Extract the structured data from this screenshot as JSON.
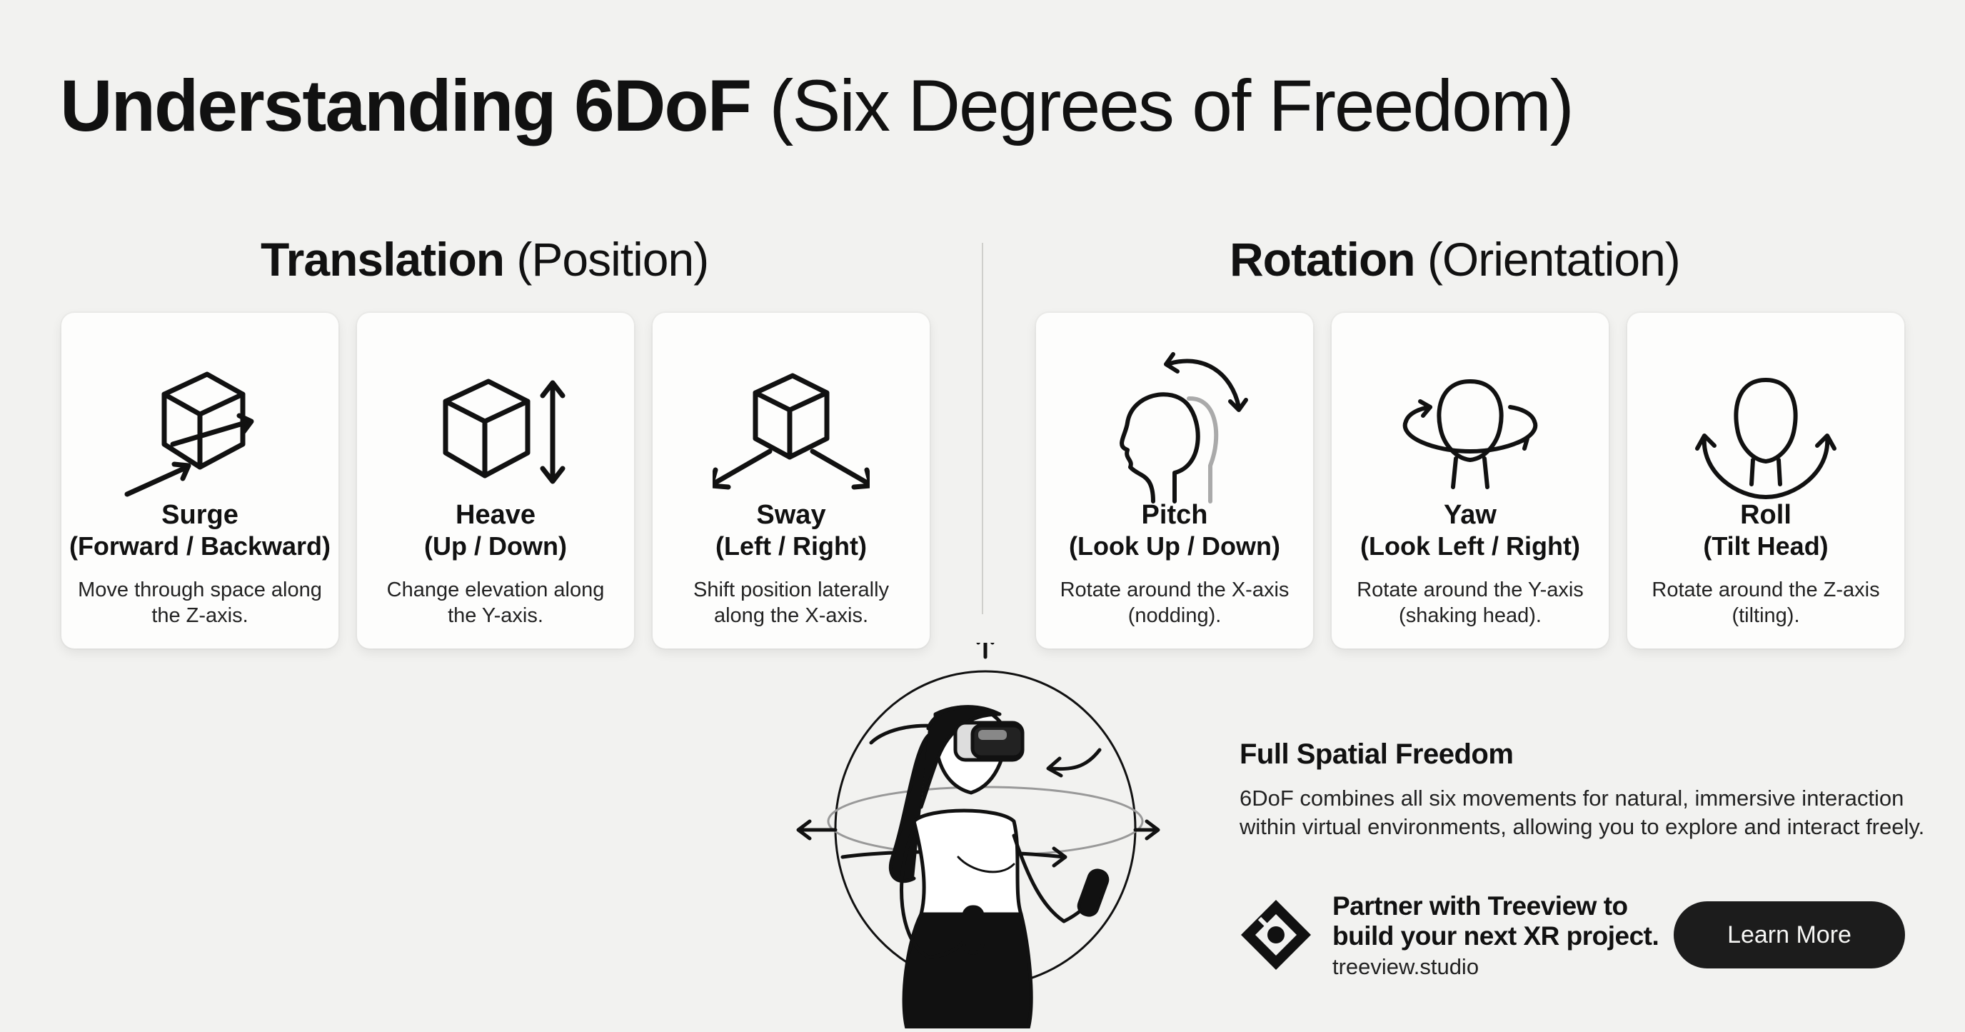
{
  "title": {
    "bold": "Understanding 6DoF",
    "light": "(Six Degrees of Freedom)"
  },
  "translation": {
    "heading_bold": "Translation",
    "heading_light": "(Position)",
    "cards": [
      {
        "icon": "cube-forward-arrow-icon",
        "name": "Surge",
        "sub": "(Forward / Backward)",
        "desc": "Move through space along the Z-axis."
      },
      {
        "icon": "cube-vertical-arrow-icon",
        "name": "Heave",
        "sub": "(Up / Down)",
        "desc": "Change elevation along the Y-axis."
      },
      {
        "icon": "cube-lateral-arrows-icon",
        "name": "Sway",
        "sub": "(Left / Right)",
        "desc": "Shift position laterally along the X-axis."
      }
    ]
  },
  "rotation": {
    "heading_bold": "Rotation",
    "heading_light": "(Orientation)",
    "cards": [
      {
        "icon": "head-nod-icon",
        "name": "Pitch",
        "sub": "(Look Up / Down)",
        "desc": "Rotate around the X-axis (nodding)."
      },
      {
        "icon": "head-turn-icon",
        "name": "Yaw",
        "sub": "(Look Left / Right)",
        "desc": "Rotate around the Y-axis (shaking head)."
      },
      {
        "icon": "head-tilt-icon",
        "name": "Roll",
        "sub": "(Tilt Head)",
        "desc": "Rotate around the Z-axis (tilting)."
      }
    ]
  },
  "feature": {
    "title": "Full Spatial Freedom",
    "body": "6DoF combines all six movements for natural, immersive interaction within virtual environments, allowing you to explore and interact freely."
  },
  "partner": {
    "line1": "Partner with Treeview to",
    "line2": "build your next XR project.",
    "site": "treeview.studio",
    "cta_label": "Learn More"
  },
  "colors": {
    "background": "#f2f2f0",
    "card": "#fdfdfc",
    "text": "#111111",
    "button": "#1c1c1c"
  }
}
